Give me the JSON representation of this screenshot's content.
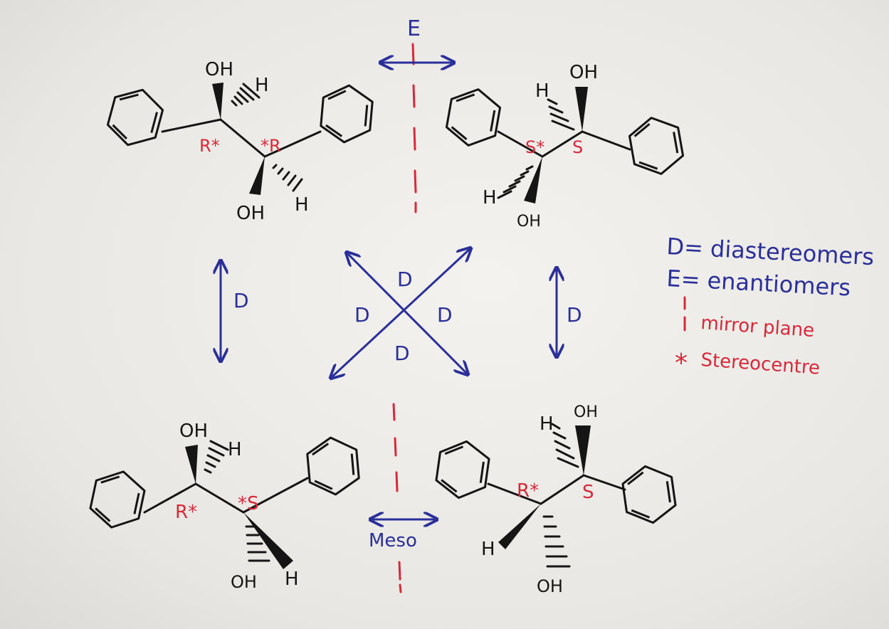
{
  "colors": {
    "ink": "#151515",
    "blue": "#2a2f9a",
    "red": "#d8283a",
    "paper": "#eeece8"
  },
  "relations": {
    "top": "E",
    "left": "D",
    "right": "D",
    "cross_top": "D",
    "cross_left": "D",
    "cross_right": "D",
    "cross_bottom": "D",
    "bottom": "Meso"
  },
  "legend": {
    "d_line": "D= diastereomers",
    "e_line": "E= enantiomers",
    "mirror_line": "mirror plane",
    "star_symbol": "*",
    "star_line": "Stereocentre"
  },
  "molecules": {
    "top_left": {
      "oh_top": "OH",
      "h_top": "H",
      "oh_bottom": "OH",
      "h_bottom": "H",
      "config1": "R*",
      "config2": "*R"
    },
    "top_right": {
      "oh_top": "OH",
      "h_top": "H",
      "oh_bottom": "OH",
      "h_bottom": "H",
      "config1": "S*",
      "config2": "S"
    },
    "bottom_left": {
      "oh_top": "OH",
      "h_top": "H",
      "oh_bottom": "OH",
      "h_bottom": "H",
      "config1": "R*",
      "config2": "*S"
    },
    "bottom_right": {
      "oh_top": "OH",
      "h_top": "H",
      "oh_bottom": "OH",
      "h_bottom": "H",
      "config1": "R*",
      "config2": "S"
    }
  }
}
